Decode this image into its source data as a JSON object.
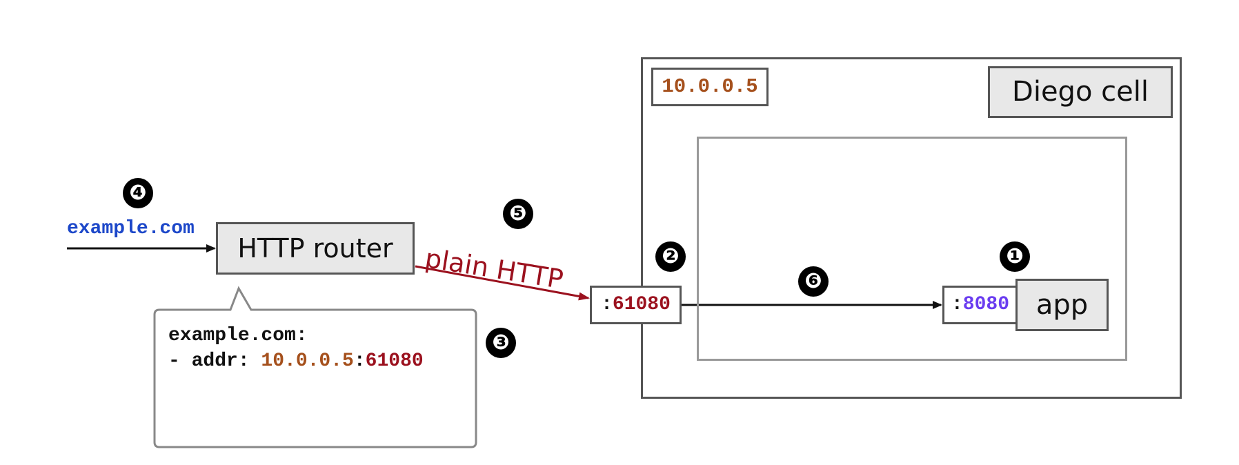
{
  "cell": {
    "title": "Diego cell",
    "ip": "10.0.0.5"
  },
  "router": {
    "label": "HTTP router"
  },
  "request": {
    "domain": "example.com",
    "protocol_label": "plain HTTP"
  },
  "route_table": {
    "line1": "example.com:",
    "line2_prefix": "- addr: ",
    "addr_ip": "10.0.0.5",
    "addr_sep": ":",
    "addr_port": "61080"
  },
  "ports": {
    "host_colon": ":",
    "host_port": "61080",
    "app_colon": ":",
    "app_port": "8080"
  },
  "app": {
    "label": "app"
  },
  "steps": {
    "s1": "❶",
    "s2": "❷",
    "s3": "❸",
    "s4": "❹",
    "s5": "❺",
    "s6": "❻"
  },
  "colors": {
    "domain": "#1c47c9",
    "ip": "#a5501c",
    "port": "#9b111e",
    "app_port": "#6a3cf0",
    "box_fill": "#e8e8e8"
  }
}
